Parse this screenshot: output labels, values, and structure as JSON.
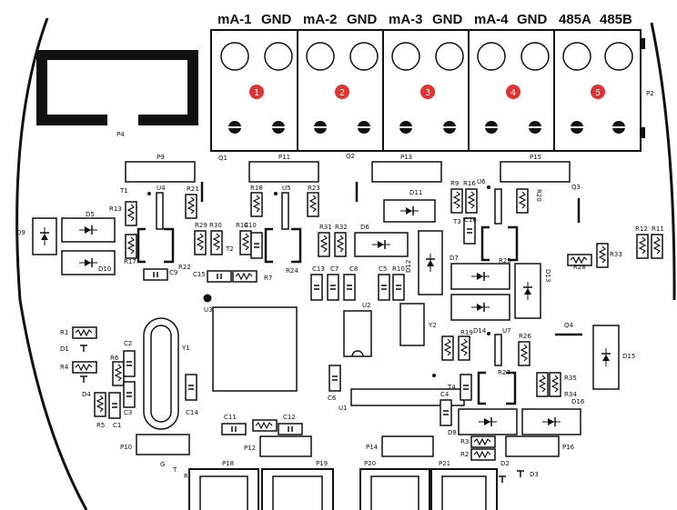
{
  "terminals": {
    "headers": [
      "mA-1",
      "GND",
      "mA-2",
      "GND",
      "mA-3",
      "GND",
      "mA-4",
      "GND",
      "485A",
      "485B"
    ],
    "badges": [
      "1",
      "2",
      "3",
      "4",
      "5"
    ],
    "badge_color": "#e53030"
  },
  "labels": {
    "p2": "P2",
    "p4": "P4",
    "p9": "P9",
    "p11": "P11",
    "p13": "P13",
    "p15": "P15",
    "q1": "Q1",
    "q2": "Q2",
    "q3": "Q3",
    "q4": "Q4",
    "t1": "T1",
    "t2": "T2",
    "t3": "T3",
    "t4": "T4",
    "u1": "U1",
    "u2": "U2",
    "u3": "U3",
    "u4": "U4",
    "u5": "U5",
    "u6": "U6",
    "u7": "U7",
    "y1": "Y1",
    "y2": "Y2",
    "d1": "D1",
    "d2": "D2",
    "d3": "D3",
    "d4": "D4",
    "d5": "D5",
    "d6": "D6",
    "d7": "D7",
    "d8": "D8",
    "d9": "D9",
    "d10": "D10",
    "d11": "D11",
    "d12": "D12",
    "d13": "D13",
    "d14": "D14",
    "d15": "D15",
    "d16": "D16",
    "r1": "R1",
    "r2": "R2",
    "r3": "R3",
    "r4": "R4",
    "r5": "R5",
    "r6": "R6",
    "r7": "R7",
    "r9": "R9",
    "r10": "R10",
    "r11": "R11",
    "r12": "R12",
    "r13": "R13",
    "r14": "R14",
    "r16": "R16",
    "r17": "R17",
    "r18": "R18",
    "r19": "R19",
    "r20": "R20",
    "r21": "R21",
    "r22": "R22",
    "r23": "R23",
    "r24": "R24",
    "r25": "R25",
    "r26": "R26",
    "r27": "R27",
    "r28": "R28",
    "r29": "R29",
    "r30": "R30",
    "r31": "R31",
    "r32": "R32",
    "r33": "R33",
    "r34": "R34",
    "r35": "R35",
    "c1": "C1",
    "c2": "C2",
    "c3": "C3",
    "c4": "C4",
    "c5": "C5",
    "c6": "C6",
    "c7": "C7",
    "c8": "C8",
    "c9": "C9",
    "c10": "C10",
    "c11": "C11",
    "c12": "C12",
    "c13": "C13",
    "c14": "C14",
    "c15": "C15",
    "c16": "C16",
    "p10": "P10",
    "p12": "P12",
    "p14": "P14",
    "p16": "P16",
    "p18": "P18",
    "p19": "P19",
    "p20": "P20",
    "p21": "P21",
    "g": "G",
    "t": "T",
    "r": "R"
  }
}
